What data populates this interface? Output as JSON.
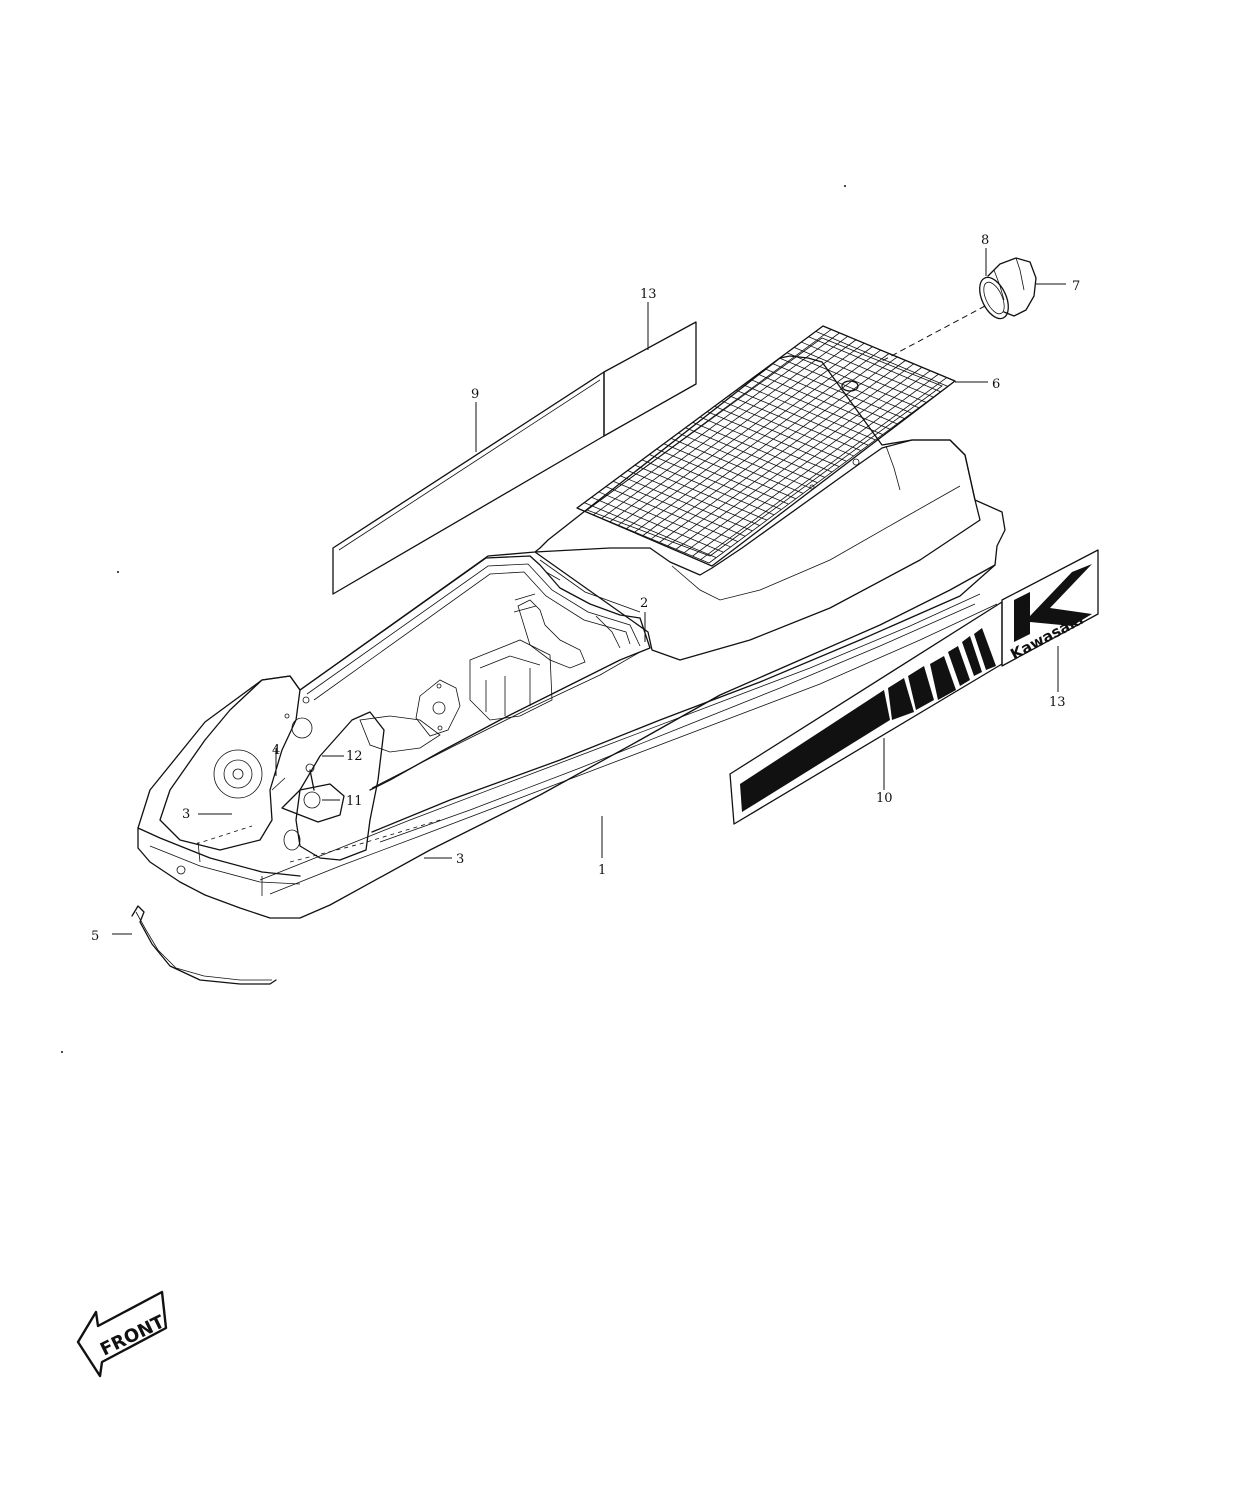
{
  "callouts": [
    {
      "id": "c1",
      "label": "1"
    },
    {
      "id": "c2",
      "label": "2"
    },
    {
      "id": "c3a",
      "label": "3"
    },
    {
      "id": "c3b",
      "label": "3"
    },
    {
      "id": "c4",
      "label": "4"
    },
    {
      "id": "c5",
      "label": "5"
    },
    {
      "id": "c6",
      "label": "6"
    },
    {
      "id": "c7",
      "label": "7"
    },
    {
      "id": "c8",
      "label": "8"
    },
    {
      "id": "c9",
      "label": "9"
    },
    {
      "id": "c10",
      "label": "10"
    },
    {
      "id": "c11",
      "label": "11"
    },
    {
      "id": "c12",
      "label": "12"
    },
    {
      "id": "c13a",
      "label": "13"
    },
    {
      "id": "c13b",
      "label": "13"
    }
  ],
  "decal": {
    "brand": "Kawasaki",
    "logo_letter": "K"
  },
  "front_arrow": {
    "label": "FRONT"
  }
}
